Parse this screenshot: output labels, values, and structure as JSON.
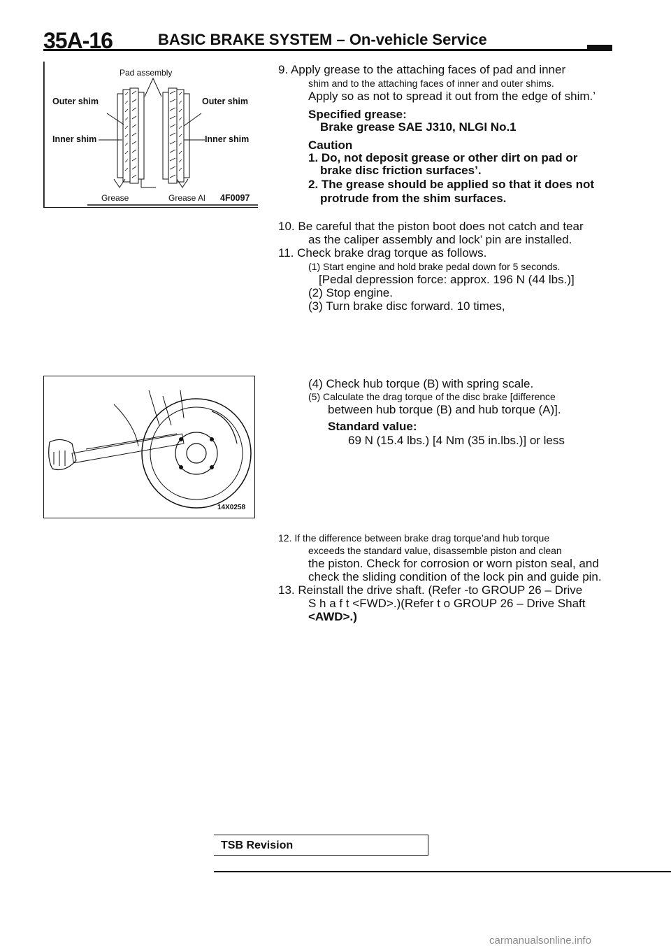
{
  "header": {
    "code": "35A-16",
    "title": "BASIC BRAKE SYSTEM – On-vehicle Service"
  },
  "figure1": {
    "pad_assembly": "Pad assembly",
    "outer_shim_left": "Outer shim",
    "outer_shim_right": "Outer shim",
    "inner_shim_left": "Inner shim",
    "inner_shim_right": "Inner shim",
    "grease_left": "Grease",
    "grease_right": "Grease Al",
    "code": "4F0097"
  },
  "figure2": {
    "code": "14X0258"
  },
  "step9": {
    "l1": "9. Apply grease to the attaching faces of pad and inner",
    "l2": "shim and to the attaching faces of inner and outer shims.",
    "l3": "Apply so as not to spread it out from the edge of shim.’",
    "spec_label": "Specified grease:",
    "spec_value": "Brake grease SAE J310, NLGI No.1",
    "caution_label": "Caution",
    "c1a": "1. Do, not deposit grease or other dirt on pad or",
    "c1b": "brake disc friction surfaces’.",
    "c2a": "2. The grease should be applied so that it does not",
    "c2b": "protrude from the shim surfaces."
  },
  "step10": {
    "l1": "10. Be careful that the piston boot does not catch and tear",
    "l2": "as the caliper assembly and lock’ pin are installed."
  },
  "step11": {
    "l1": "11. Check brake drag torque as follows.",
    "s1": "(1) Start engine and hold brake pedal down for 5 seconds.",
    "s1b": "[Pedal depression force: approx. 196 N (44 lbs.)]",
    "s2": "(2) Stop engine.",
    "s3": "(3) Turn brake disc forward. 10 times,",
    "s4": "(4) Check hub torque (B) with spring scale.",
    "s5": "(5) Calculate the drag torque of the disc brake [difference",
    "s5b": "between hub torque (B) and hub torque (A)].",
    "std_label": "Standard value:",
    "std_value": "69 N (15.4 lbs.) [4 Nm (35 in.lbs.)] or less"
  },
  "step12": {
    "l1": "12. If the difference between brake drag torque’and hub torque",
    "l2": "exceeds the standard value, disassemble piston and clean",
    "l3": "the piston. Check for corrosion or worn piston seal, and",
    "l4": "check the sliding condition of the lock pin and guide pin."
  },
  "step13": {
    "l1": "13. Reinstall the drive shaft. (Refer -to GROUP 26 – Drive",
    "l2": "S h a f t <FWD>.)(Refer t o GROUP 26 – Drive Shaft",
    "l3": "<AWD>.)"
  },
  "footer": {
    "tsb": "TSB Revision",
    "watermark": "carmanualsonline.info"
  }
}
